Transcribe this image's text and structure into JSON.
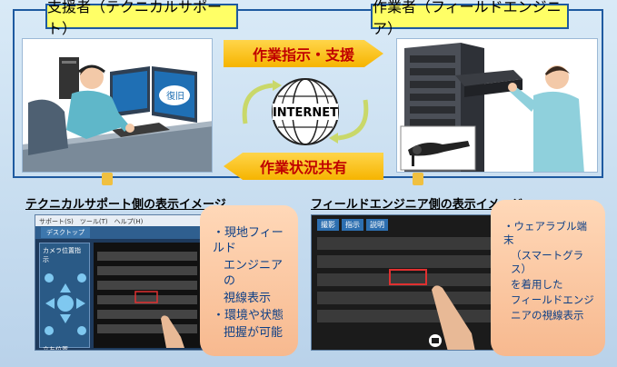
{
  "diagram": {
    "supporter_title": "支援者（テクニカルサポート）",
    "worker_title": "作業者（フィールドエンジニア）",
    "arrow_instructions": "作業指示・支援",
    "arrow_status": "作業状況共有",
    "globe_label": "INTERNET",
    "monitor_label": "復旧",
    "left_view_heading": "テクニカルサポート側の表示イメージ",
    "right_view_heading": "フィールドエンジニア側の表示イメージ",
    "left_callout": {
      "line1": "・現地フィールド",
      "line2": "エンジニアの",
      "line3": "視線表示",
      "line4": "・環境や状態",
      "line5": "把握が可能"
    },
    "right_callout": {
      "line1": "・ウェアラブル端末",
      "line2": "（スマートグラス）",
      "line3": "を着用した",
      "line4": "フィールドエンジ",
      "line5": "ニアの視線表示"
    },
    "left_app": {
      "menu": "サポート(S)　ツール(T)　ヘルプ(H)",
      "tab": "デスクトップ",
      "camera": "カメラ位置指示",
      "bottom": "立ち位置"
    },
    "right_app": {
      "btn_shoot": "撮影",
      "btn_point": "指示",
      "btn_explain": "説明"
    }
  },
  "colors": {
    "frame": "#1e5aa0",
    "title_bg": "#ffff66",
    "banner_bg": "#f6b400",
    "banner_text": "#c00000",
    "callout_text": "#0d3f86",
    "callout_bg": "#f7b98f"
  }
}
